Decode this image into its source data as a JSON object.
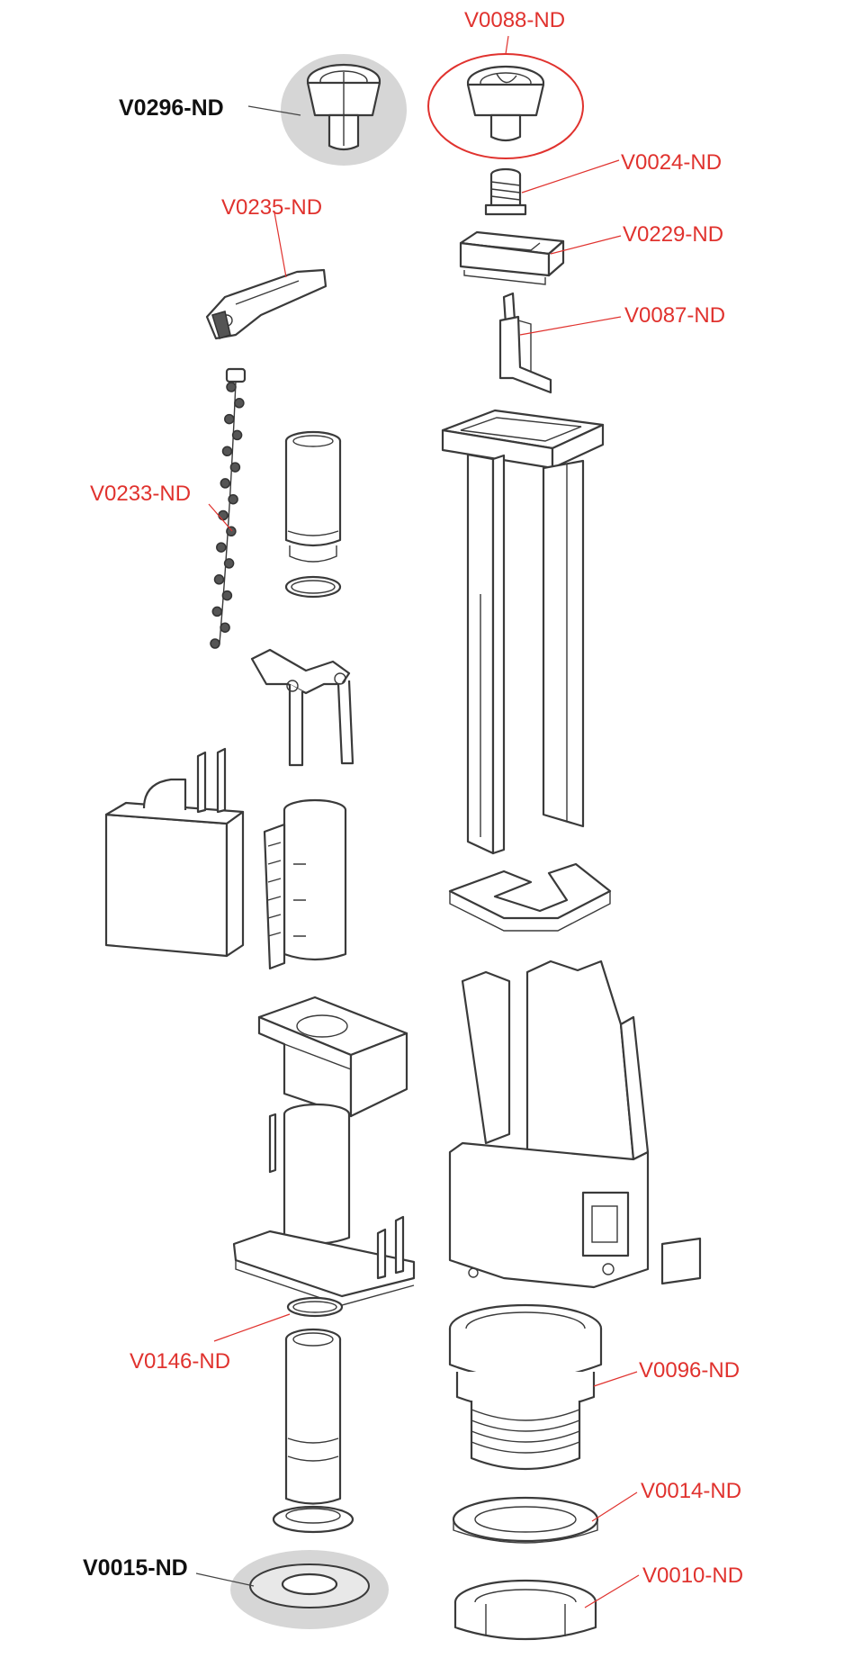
{
  "labels": {
    "v0088": "V0088-ND",
    "v0296": "V0296-ND",
    "v0024": "V0024-ND",
    "v0235": "V0235-ND",
    "v0229": "V0229-ND",
    "v0087": "V0087-ND",
    "v0233": "V0233-ND",
    "v0146": "V0146-ND",
    "v0096": "V0096-ND",
    "v0014": "V0014-ND",
    "v0015": "V0015-ND",
    "v0010": "V0010-ND"
  },
  "colors": {
    "highlight_label": "#e0322e",
    "standard_label": "#111111",
    "highlight_fill": "#d6d6d6"
  }
}
